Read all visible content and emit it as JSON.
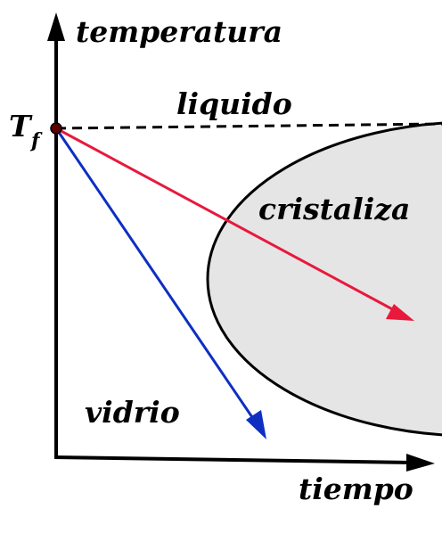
{
  "labels": {
    "y_axis": "temperatura",
    "x_axis": "tiempo",
    "liquid": "liquido",
    "crystal": "cristaliza",
    "glass": "vidrio",
    "tf_main": "T",
    "tf_sub": "f"
  },
  "colors": {
    "axis": "#000000",
    "region_fill": "#e5e5e5",
    "slow_cooling": "#e8193c",
    "fast_cooling": "#0d2fc2",
    "point": "#5a0000"
  }
}
